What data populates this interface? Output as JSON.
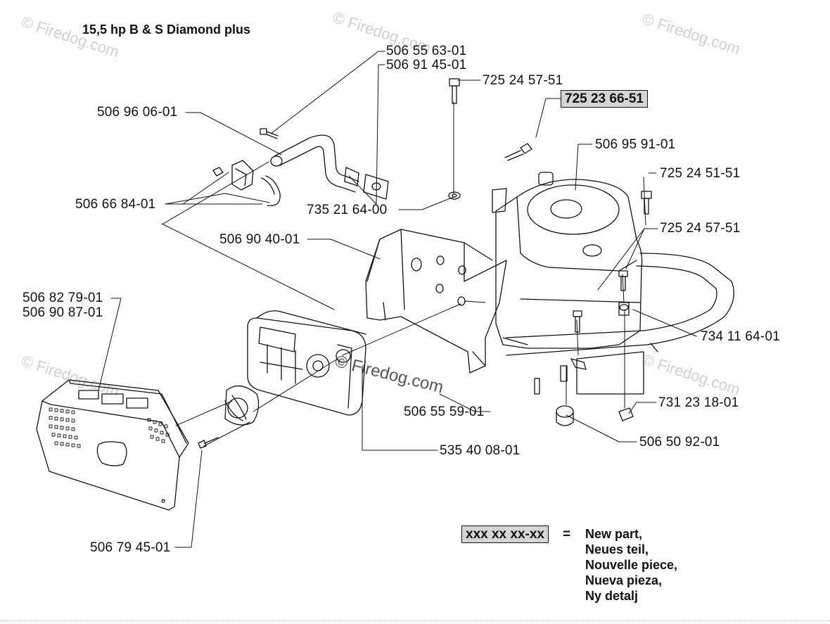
{
  "title": "15,5 hp B & S Diamond plus",
  "watermark": "© Firedog.com",
  "part_numbers": {
    "p_506_55_63_01": "506 55 63-01",
    "p_506_91_45_01": "506 91 45-01",
    "p_725_24_57_51_top": "725 24 57-51",
    "p_725_23_66_51": "725 23 66-51",
    "p_506_96_06_01": "506 96 06-01",
    "p_506_95_91_01": "506 95 91-01",
    "p_725_24_51_51": "725 24 51-51",
    "p_506_66_84_01": "506 66 84-01",
    "p_735_21_64_00": "735 21 64-00",
    "p_725_24_57_51_right": "725 24 57-51",
    "p_506_90_40_01": "506 90 40-01",
    "p_506_82_79_01": "506 82 79-01",
    "p_506_90_87_01": "506 90 87-01",
    "p_734_11_64_01": "734 11 64-01",
    "p_731_23_18_01": "731 23 18-01",
    "p_506_55_59_01": "506 55 59-01",
    "p_535_40_08_01": "535 40 08-01",
    "p_506_50_92_01": "506 50 92-01",
    "p_506_79_45_01": "506 79 45-01"
  },
  "legend": {
    "placeholder": "xxx xx xx-xx",
    "equals": "=",
    "lines": [
      "New part,",
      "Neues teil,",
      "Nouvelle piece,",
      "Nueva pieza,",
      "Ny detalj"
    ]
  }
}
